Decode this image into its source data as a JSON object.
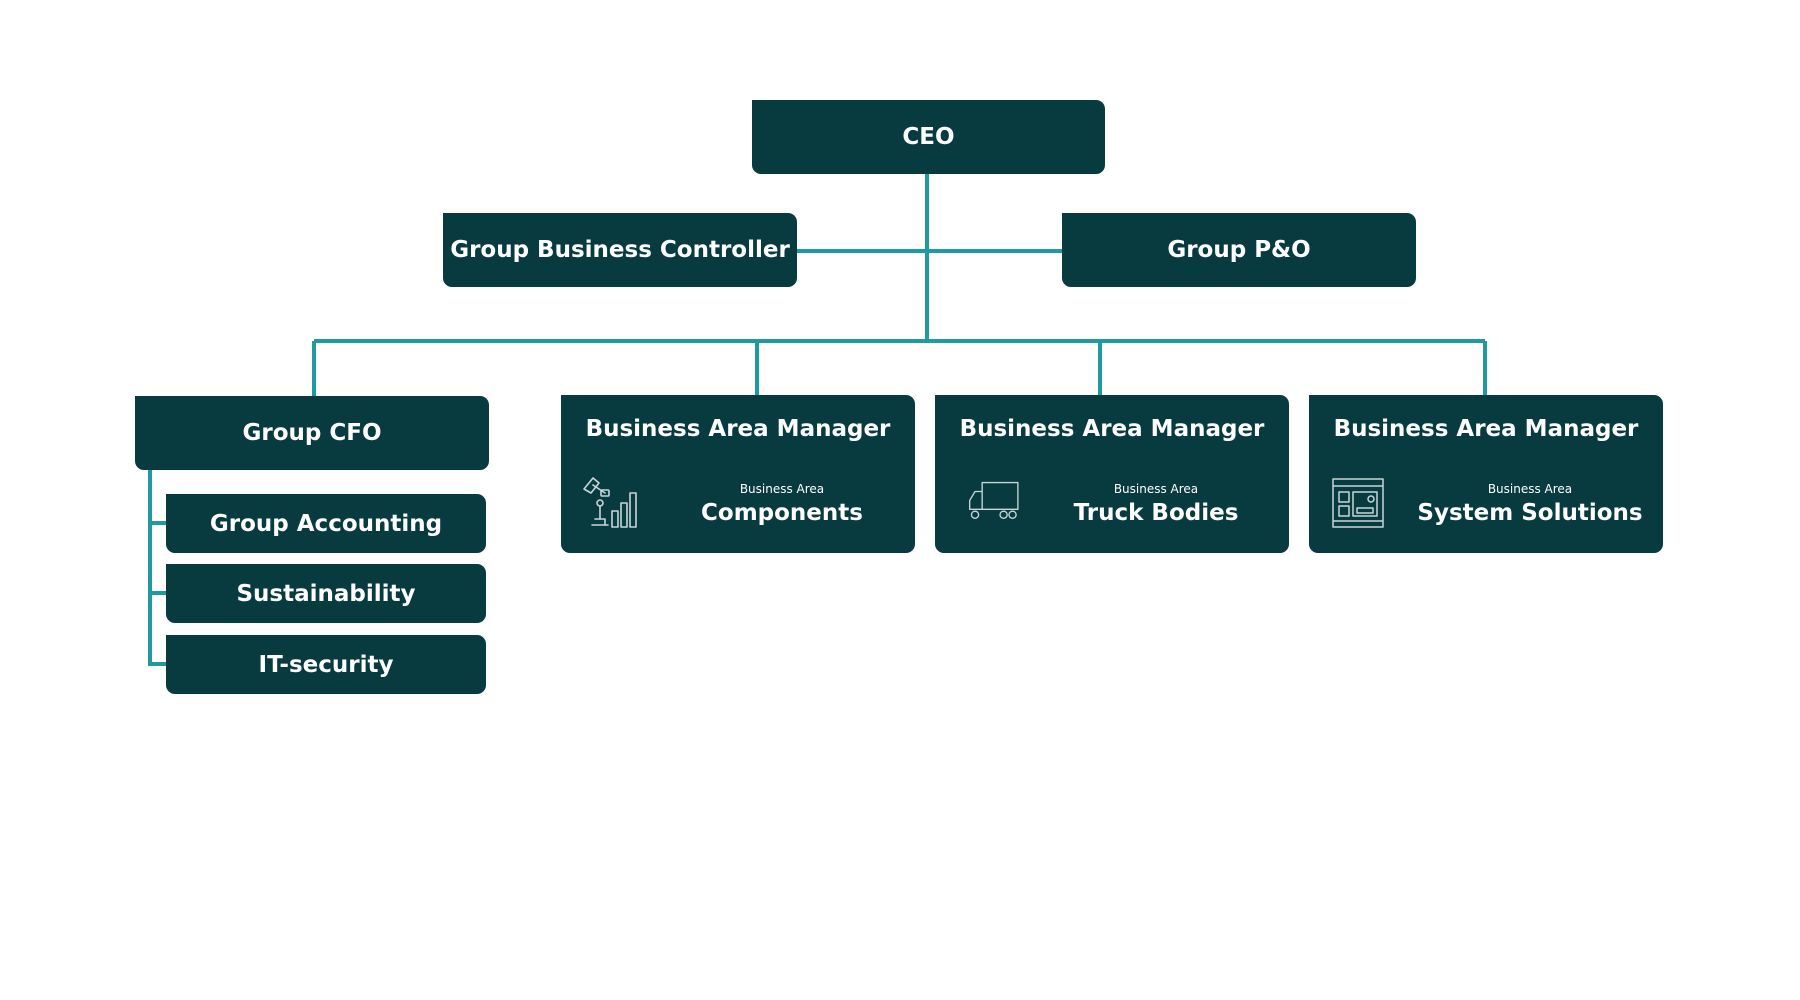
{
  "colors": {
    "box_fill": "#073b40",
    "connector": "#1f9a9e",
    "text": "#ffffff",
    "icon_stroke": "#c8d6d8"
  },
  "ceo": "CEO",
  "staff": {
    "left": "Group Business Controller",
    "right": "Group P&O"
  },
  "cfo": {
    "title": "Group CFO",
    "units": [
      "Group Accounting",
      "Sustainability",
      "IT-security"
    ]
  },
  "business_areas": [
    {
      "title": "Business Area Manager",
      "sub_label": "Business Area",
      "name": "Components",
      "icon": "robot-arm-bar-chart-icon"
    },
    {
      "title": "Business Area Manager",
      "sub_label": "Business Area",
      "name": "Truck Bodies",
      "icon": "truck-icon"
    },
    {
      "title": "Business Area Manager",
      "sub_label": "Business Area",
      "name": "System Solutions",
      "icon": "control-panel-icon"
    }
  ]
}
